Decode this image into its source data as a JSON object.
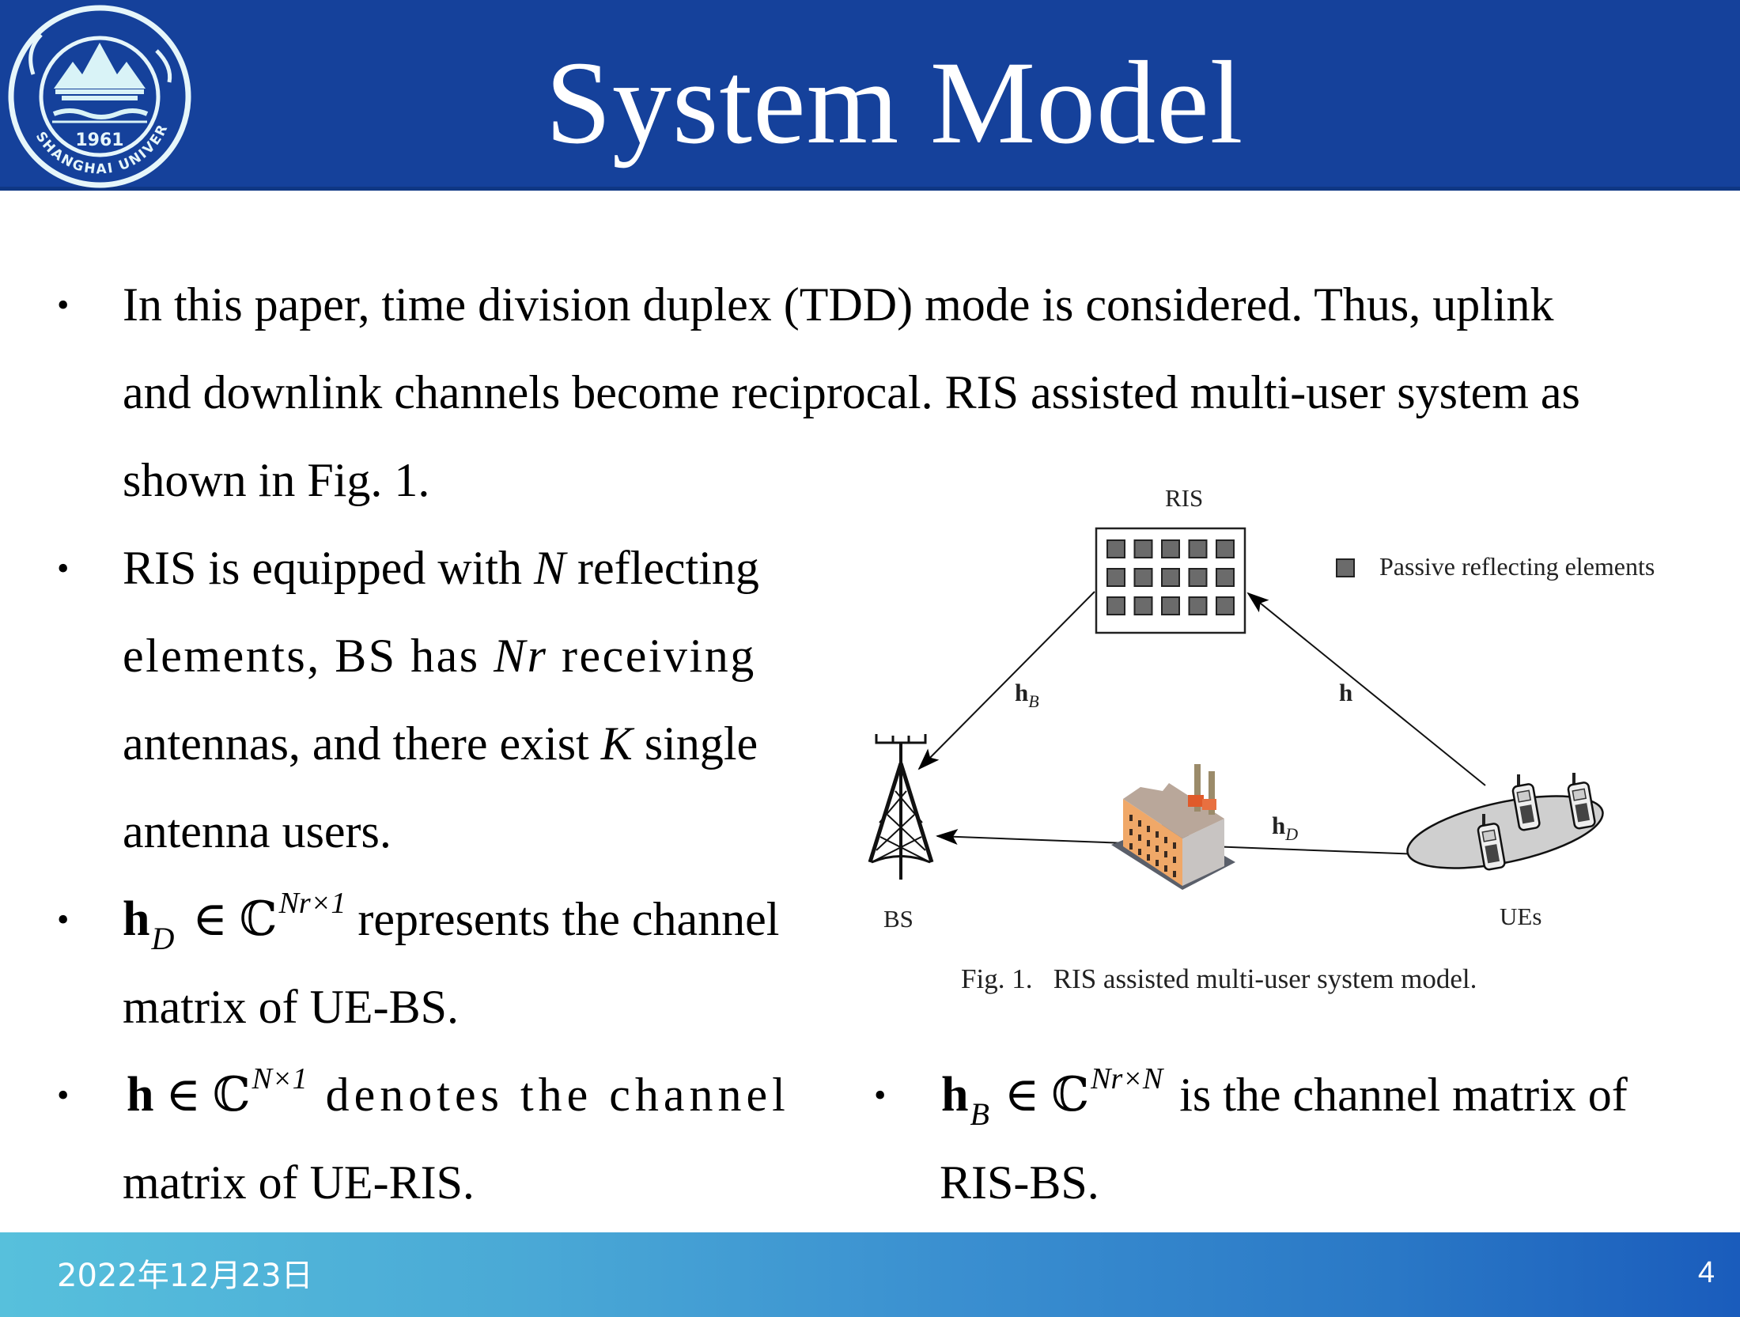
{
  "header": {
    "title": "System Model",
    "logo": {
      "name": "university-seal",
      "year": "1961",
      "motto_text": "SHANGHAI UNIVERSITY"
    }
  },
  "bullets": {
    "b1": {
      "lines": [
        "In this paper, time division duplex (TDD) mode is considered. Thus, uplink",
        "and downlink channels become reciprocal. RIS assisted multi-user system as",
        "shown in Fig. 1."
      ]
    },
    "b2": {
      "l1_a": "RIS is equipped with ",
      "l1_var": "N",
      "l1_b": " reflecting",
      "l2_a": "elements, BS has ",
      "l2_var": "Nr",
      "l2_b": " receiving",
      "l3_a": "antennas, and there exist ",
      "l3_var": "K",
      "l3_b": " single",
      "l4": "antenna users."
    },
    "b3": {
      "sym": "h",
      "sub": "D",
      "in": "∈",
      "set": "ℂ",
      "sup": "Nr×1",
      "text1": " represents the channel",
      "text2": "matrix of UE-BS."
    },
    "b4": {
      "sym": "h",
      "in": "∈",
      "set": "ℂ",
      "sup": "N×1",
      "text1": "denotes the channel",
      "text2": "matrix of UE-RIS."
    },
    "b5": {
      "sym": "h",
      "sub": "B",
      "in": "∈",
      "set": "ℂ",
      "sup": "Nr×N",
      "text1": " is the channel matrix of",
      "text2": "RIS-BS."
    },
    "bullet_char": "•"
  },
  "figure": {
    "ris_label": "RIS",
    "legend_label": "Passive reflecting elements",
    "hb_sym": "h",
    "hb_sub": "B",
    "h_sym": "h",
    "hd_sym": "h",
    "hd_sub": "D",
    "bs_label": "BS",
    "ues_label": "UEs",
    "caption": "Fig. 1.   RIS assisted multi-user system model.",
    "ris_rows": 3,
    "ris_cols": 5,
    "ue_count": 3
  },
  "footer": {
    "date": "2022年12月23日",
    "page_number": "4"
  },
  "colors": {
    "header_bg": "#15419b",
    "element_fill": "#6b6b6b",
    "footer_left": "#57c0dc",
    "footer_right": "#1a5cbc"
  }
}
